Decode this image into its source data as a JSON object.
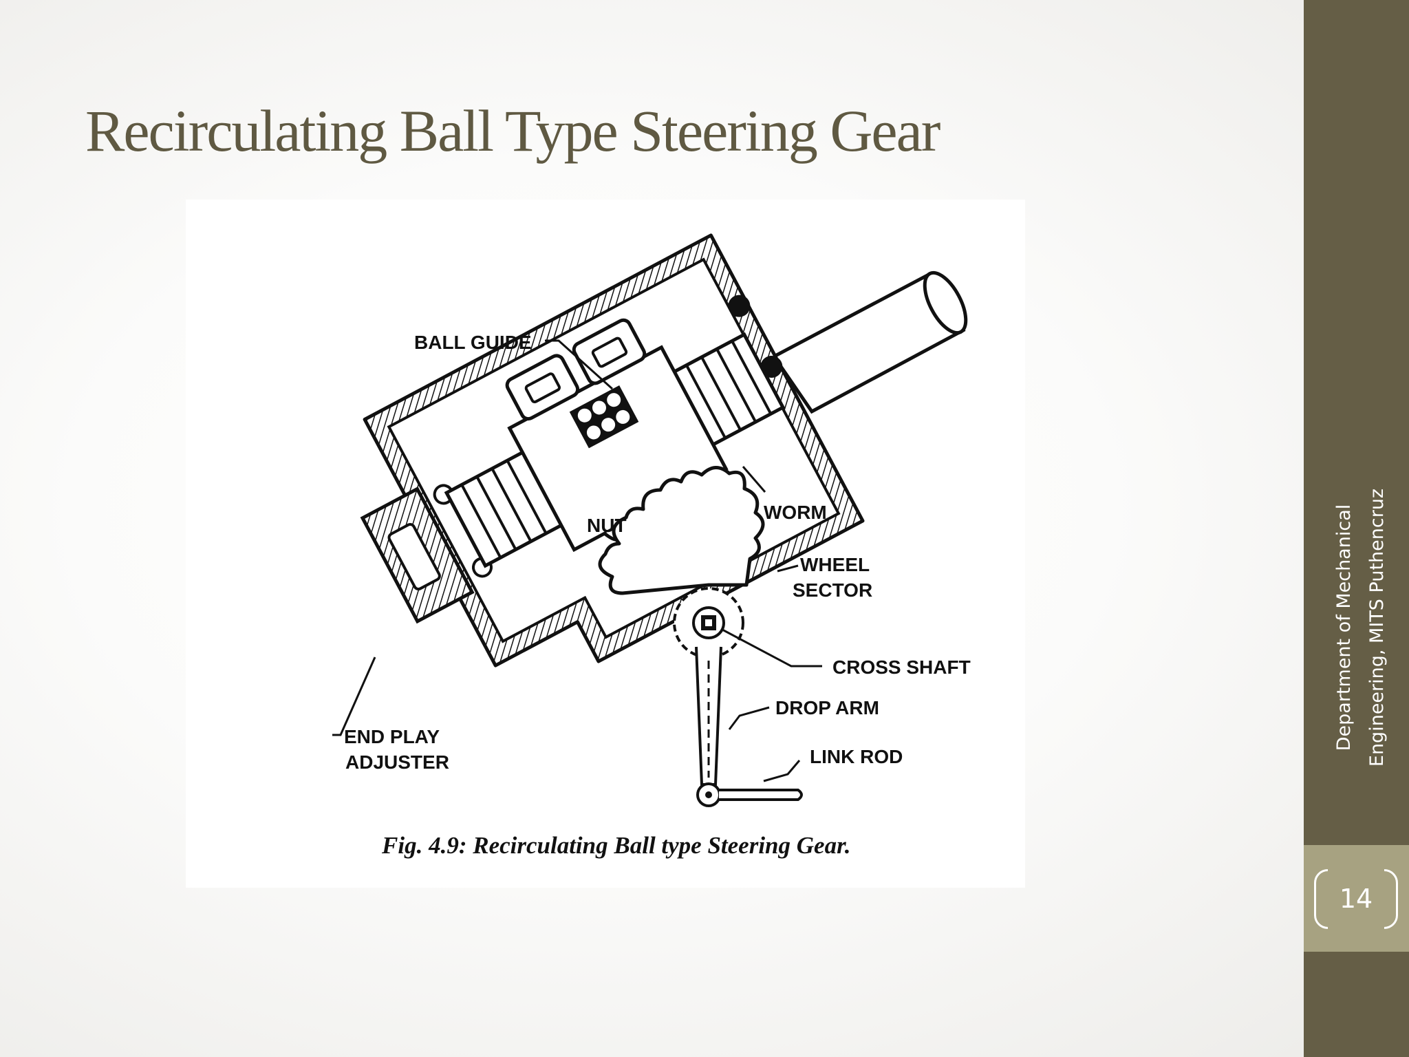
{
  "slide": {
    "title": "Recirculating Ball Type Steering Gear",
    "page_number": "14",
    "footer_line1": "Department of Mechanical",
    "footer_line2": "Engineering, MITS Puthencruz"
  },
  "diagram": {
    "labels": {
      "ball_guide": "BALL GUIDE",
      "nut": "NUT",
      "worm": "WORM",
      "wheel": "WHEEL",
      "sector": "SECTOR",
      "cross_shaft": "CROSS SHAFT",
      "drop_arm": "DROP ARM",
      "link_rod": "LINK ROD",
      "end_play": "END PLAY",
      "adjuster": "ADJUSTER"
    },
    "caption": "Fig. 4.9: Recirculating Ball type Steering Gear."
  },
  "colors": {
    "title": "#5f5942",
    "sidebar": "#655e46",
    "page_box": "#a7a281"
  }
}
